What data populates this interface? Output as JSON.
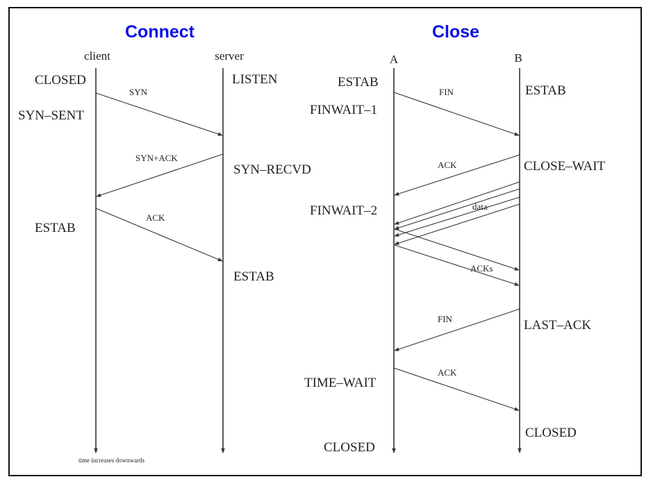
{
  "colors": {
    "title": "#0a10e6",
    "ink": "#222222",
    "line": "#333333",
    "frame": "#111111",
    "background": "#ffffff"
  },
  "connect": {
    "title": "Connect",
    "client_label": "client",
    "server_label": "server",
    "client_states": [
      "CLOSED",
      "SYN–SENT",
      "ESTAB"
    ],
    "server_states": [
      "LISTEN",
      "SYN–RECVD",
      "ESTAB"
    ],
    "messages": [
      "SYN",
      "SYN+ACK",
      "ACK"
    ],
    "footnote": "time increases downwards"
  },
  "close": {
    "title": "Close",
    "a_label": "A",
    "b_label": "B",
    "a_states": [
      "ESTAB",
      "FINWAIT–1",
      "FINWAIT–2",
      "TIME–WAIT",
      "CLOSED"
    ],
    "b_states": [
      "ESTAB",
      "CLOSE–WAIT",
      "LAST–ACK",
      "CLOSED"
    ],
    "messages": [
      "FIN",
      "ACK",
      "data",
      "ACKs",
      "FIN",
      "ACK"
    ]
  }
}
